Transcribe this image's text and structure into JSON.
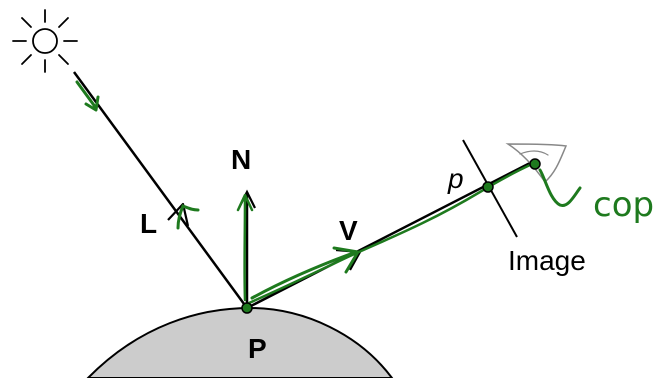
{
  "labels": {
    "light": "L",
    "normal": "N",
    "view": "V",
    "point": "P",
    "image_point": "p",
    "image_plane": "Image",
    "center_of_projection": "cop"
  },
  "icons": {
    "light_source": "sun-icon",
    "viewer": "eye-icon"
  },
  "colors": {
    "ink": "#000000",
    "annotation": "#1e7a1e",
    "surface_fill": "#cccccc",
    "background": "#ffffff"
  }
}
